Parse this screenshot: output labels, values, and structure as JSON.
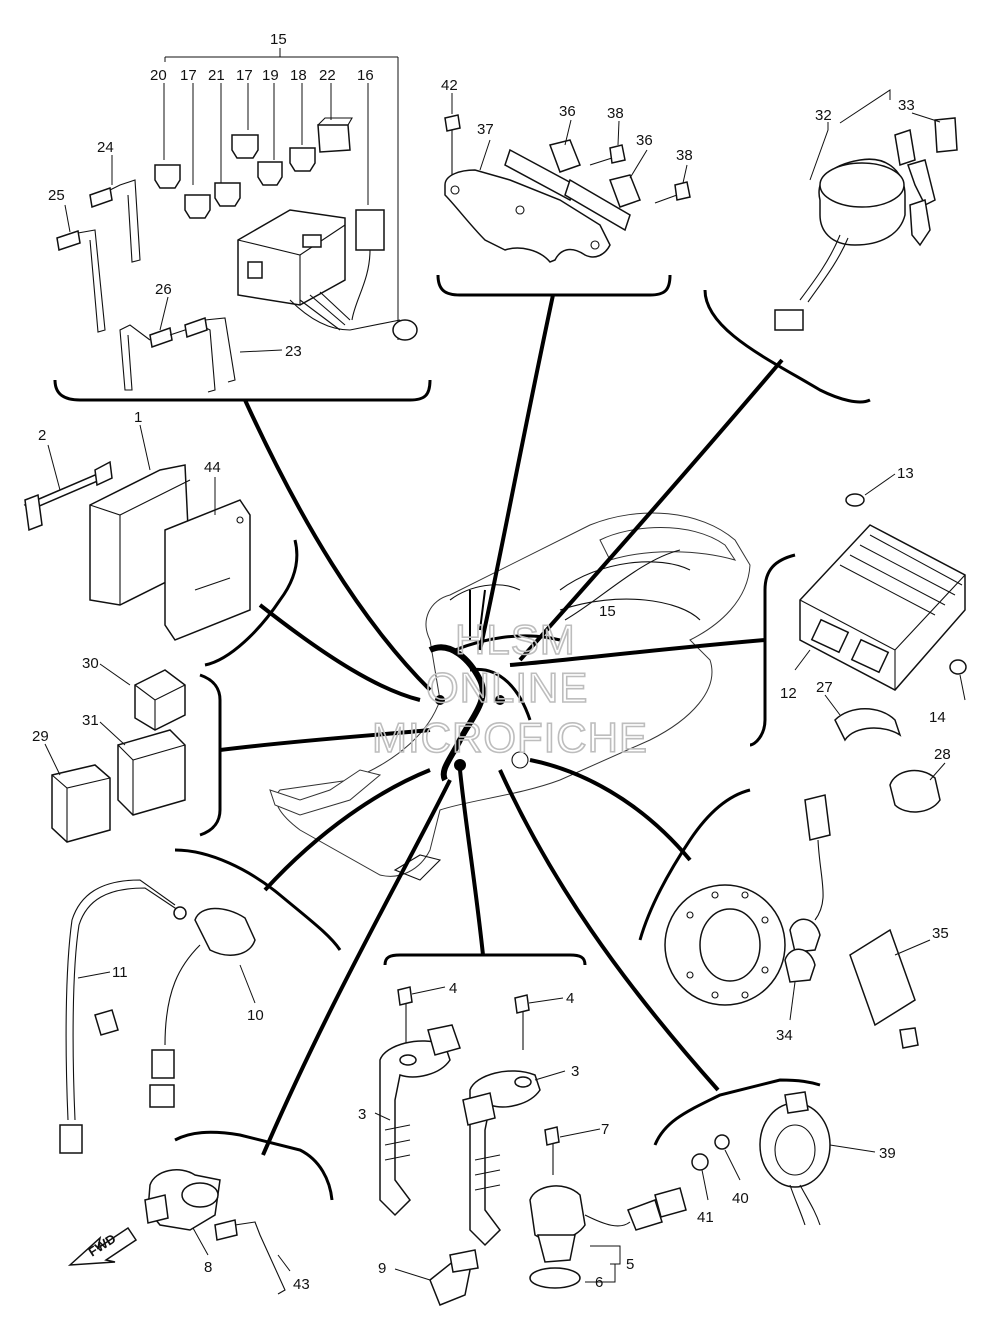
{
  "callouts": [
    "15",
    "20",
    "17",
    "21",
    "17",
    "19",
    "18",
    "22",
    "16",
    "24",
    "25",
    "26",
    "23",
    "42",
    "37",
    "36",
    "38",
    "36",
    "38",
    "32",
    "33",
    "2",
    "1",
    "44",
    "13",
    "12",
    "27",
    "14",
    "28",
    "30",
    "31",
    "29",
    "15",
    "11",
    "10",
    "35",
    "34",
    "4",
    "4",
    "3",
    "3",
    "7",
    "39",
    "40",
    "41",
    "5",
    "6",
    "9",
    "8",
    "43"
  ],
  "watermark": {
    "line1": "HLSM",
    "line2": "ONLINE",
    "line3": "MICROFICHE"
  },
  "fwd_label": "FWD"
}
